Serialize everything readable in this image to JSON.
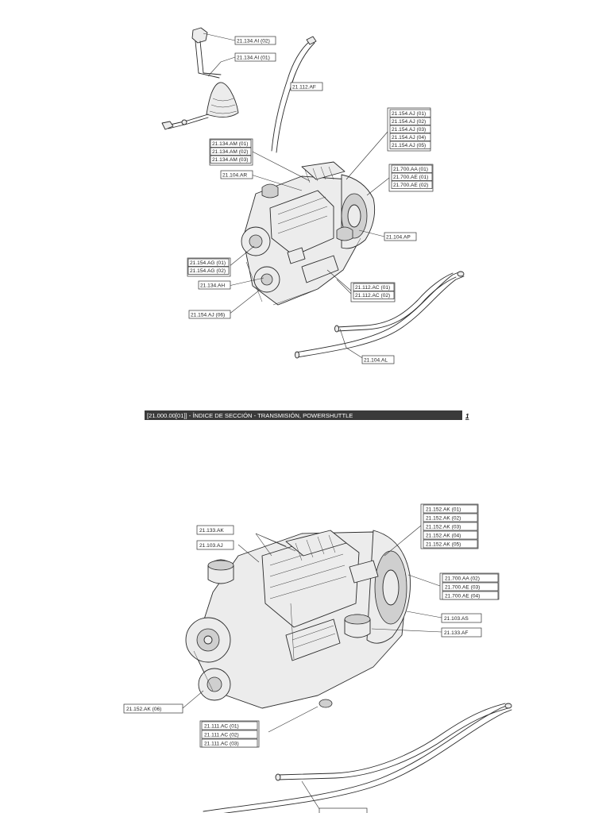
{
  "diagram_top": {
    "labels": {
      "ai_02": "21.134.AI (02)",
      "ai_01": "21.134.AI (01)",
      "af": "21.112.AF",
      "aj_01": "21.154.AJ (01)",
      "aj_02": "21.154.AJ (02)",
      "aj_03": "21.154.AJ (03)",
      "aj_04": "21.154.AJ (04)",
      "aj_05": "21.154.AJ (05)",
      "am_01": "21.134.AM (01)",
      "am_02": "21.134.AM (02)",
      "am_03": "21.134.AM (03)",
      "ar": "21.104.AR",
      "aa_01": "21.700.AA (01)",
      "ae_01": "21.700.AE (01)",
      "ae_02": "21.700.AE (02)",
      "ap": "21.104.AP",
      "ag_01": "21.154.AG (01)",
      "ag_02": "21.154.AG (02)",
      "ah": "21.134.AH",
      "ac_01": "21.112.AC (01)",
      "ac_02": "21.112.AC (02)",
      "aj_06": "21.154.AJ (06)",
      "al": "21.104.AL"
    }
  },
  "section_bar": {
    "title": "[21.000.00[01]] - ÍNDICE DE SECCIÓN - TRANSMISIÓN, POWERSHUTTLE",
    "page_number": "1",
    "color": "#3a3a3a"
  },
  "diagram_bottom": {
    "labels": {
      "ak_133": "21.133.AK",
      "aj_103": "21.103.AJ",
      "ak_01": "21.152.AK (01)",
      "ak_02": "21.152.AK (02)",
      "ak_03": "21.152.AK (03)",
      "ak_04": "21.152.AK (04)",
      "ak_05": "21.152.AK (05)",
      "aa_02": "21.700.AA (02)",
      "ae_03": "21.700.AE (03)",
      "ae_04": "21.700.AE (04)",
      "as": "21.103.AS",
      "af_133": "21.133.AF",
      "ak_06": "21.152.AK (06)",
      "ac_01": "21.111.AC (01)",
      "ac_02": "21.111.AC (02)",
      "ac_03": "21.111.AC (03)"
    }
  }
}
